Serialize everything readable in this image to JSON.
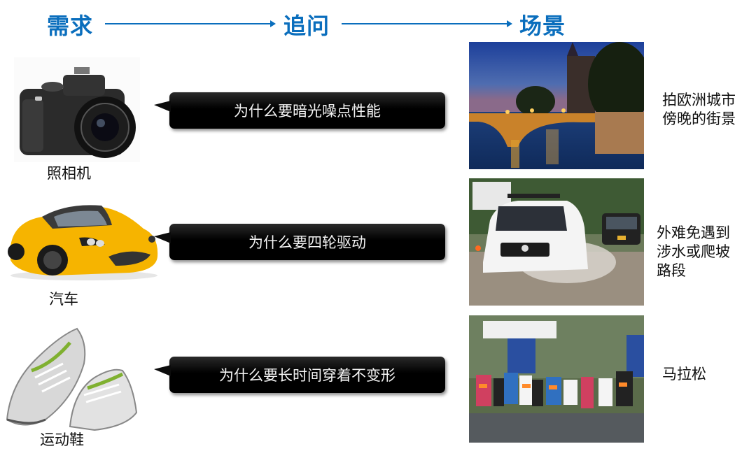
{
  "theme": {
    "accent": "#0A6EBD",
    "bubble_bg": "#000000",
    "bubble_text": "#F4F4F4"
  },
  "header": {
    "steps": [
      "需求",
      "追问",
      "场景"
    ]
  },
  "rows": [
    {
      "need": "照相机",
      "need_icon": "camera-photo",
      "question": "为什么要暗光噪点性能",
      "scene_image": "europe-city-night-bridge-photo",
      "scene": "拍欧洲城市\n傍晚的街景"
    },
    {
      "need": "汽车",
      "need_icon": "yellow-sports-car-photo",
      "question": "为什么要四轮驱动",
      "scene_image": "suv-wading-flooded-road-photo",
      "scene": "外难免遇到\n涉水或爬坡\n路段"
    },
    {
      "need": "运动鞋",
      "need_icon": "running-shoes-photo",
      "question": "为什么要长时间穿着不变形",
      "scene_image": "marathon-runners-photo",
      "scene": "马拉松"
    }
  ]
}
